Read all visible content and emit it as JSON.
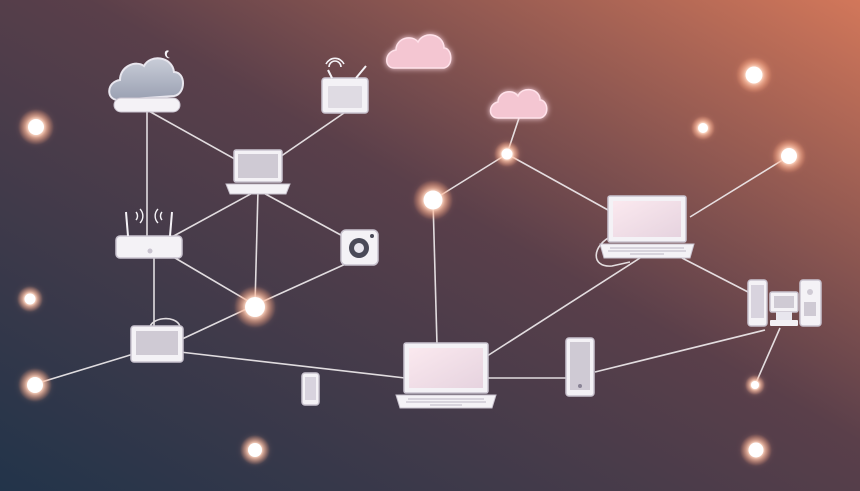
{
  "colors": {
    "bg_left": "#22344a",
    "bg_mid": "#5a3f4a",
    "bg_right": "#d2775a",
    "line": "#f2eef0",
    "device_fill": "#f4f2f6",
    "device_stroke": "#c9c3cf",
    "screen_fill": "#ead6e0",
    "cloud_pink": "#f4c6d2",
    "node_glow": "#ffd9c4"
  },
  "icons": [
    "cloud-icon",
    "router-icon",
    "laptop-icon",
    "speaker-icon",
    "tablet-icon",
    "smartphone-icon",
    "server-tower-icon",
    "desktop-tower-icon",
    "moon-icon",
    "wifi-icon"
  ],
  "nodes": [
    {
      "id": "glow-a",
      "size": "large"
    },
    {
      "id": "glow-b",
      "size": "large"
    },
    {
      "id": "glow-c",
      "size": "small"
    },
    {
      "id": "glow-d",
      "size": "small"
    },
    {
      "id": "glow-e",
      "size": "medium"
    },
    {
      "id": "glow-f",
      "size": "large"
    },
    {
      "id": "glow-g",
      "size": "medium"
    },
    {
      "id": "glow-h",
      "size": "small"
    },
    {
      "id": "glow-i",
      "size": "medium"
    },
    {
      "id": "glow-j",
      "size": "small"
    },
    {
      "id": "glow-k",
      "size": "medium"
    },
    {
      "id": "glow-l",
      "size": "medium"
    },
    {
      "id": "glow-m",
      "size": "small"
    },
    {
      "id": "glow-n",
      "size": "medium"
    }
  ]
}
